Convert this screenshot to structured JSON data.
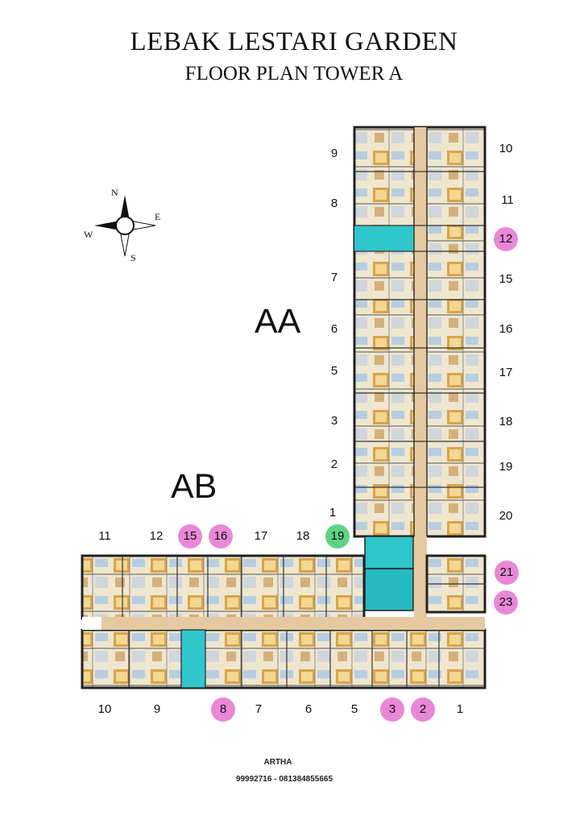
{
  "header": {
    "title": "LEBAK LESTARI GARDEN",
    "subtitle": "FLOOR PLAN TOWER A"
  },
  "compass": {
    "n": "N",
    "e": "E",
    "s": "S",
    "w": "W"
  },
  "zones": {
    "aa": "AA",
    "ab": "AB"
  },
  "tower_aa": {
    "left_units": [
      "9",
      "8",
      "7",
      "6",
      "5",
      "3",
      "2",
      "1"
    ],
    "right_units": [
      "10",
      "11",
      "12",
      "15",
      "16",
      "17",
      "18",
      "19",
      "20"
    ],
    "highlighted": [
      "12"
    ]
  },
  "tower_ab": {
    "top_units": [
      "11",
      "12",
      "15",
      "16",
      "17",
      "18",
      "19"
    ],
    "bottom_units": [
      "10",
      "9",
      "8",
      "7",
      "6",
      "5",
      "3",
      "2",
      "1"
    ],
    "right_units": [
      "21",
      "23"
    ],
    "highlighted_pink": [
      "15",
      "16",
      "8",
      "3",
      "2",
      "21",
      "23"
    ],
    "highlighted_green": [
      "19"
    ]
  },
  "colors": {
    "pink": "#e888d6",
    "green": "#5fd383",
    "corridor": "#e6c9a0",
    "core": "#2fc6cc",
    "wall": "#222222"
  },
  "footer": {
    "name": "ARTHA",
    "phone": "99992716 - 081384855665"
  }
}
